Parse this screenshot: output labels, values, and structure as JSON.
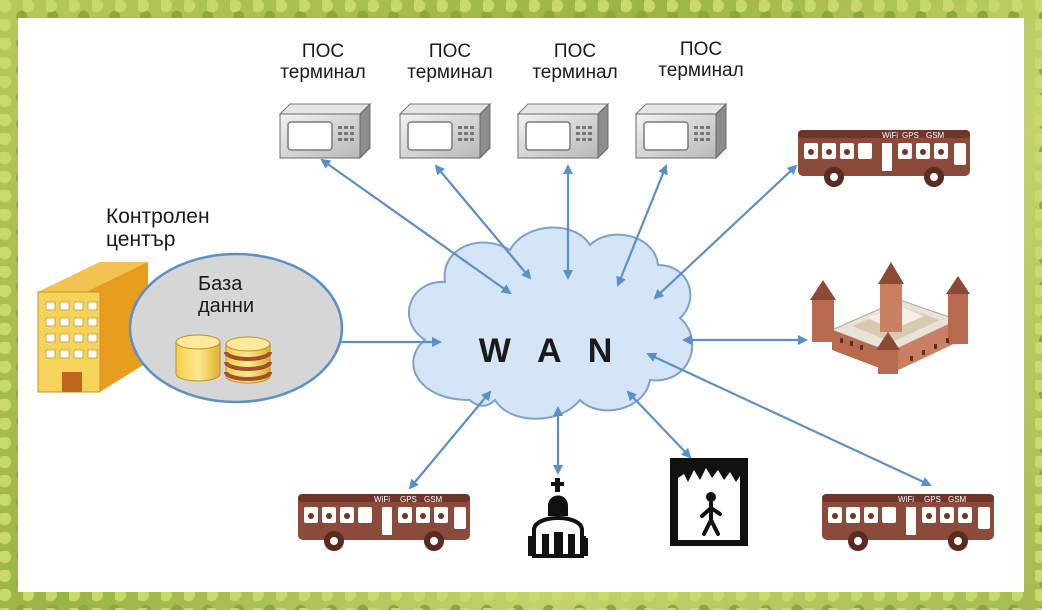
{
  "pos_terminals": [
    {
      "label": "ПОС\nтерминал"
    },
    {
      "label": "ПОС\nтерминал"
    },
    {
      "label": "ПОС\nтерминал"
    },
    {
      "label": "ПОС\nтерминал"
    }
  ],
  "control_center": {
    "label": "Контролен\nцентър"
  },
  "database": {
    "label": "База\nданни"
  },
  "wan": {
    "label": "W A N"
  },
  "bus": {
    "wifi": "WiFi",
    "gps": "GPS",
    "gsm": "GSM"
  },
  "colors": {
    "arrow": "#5b8fc7",
    "cloud_fill": "#d4e5f7",
    "cloud_stroke": "#7ea1c9",
    "bus": "#8b4a3a",
    "building": "#f6d35a",
    "db_ellipse": "#d6d6d6"
  },
  "icons": [
    "pos-terminal-icon",
    "bus-icon",
    "castle-icon",
    "church-icon",
    "cave-icon",
    "database-cylinder-icon",
    "office-building-icon",
    "cloud-icon"
  ]
}
